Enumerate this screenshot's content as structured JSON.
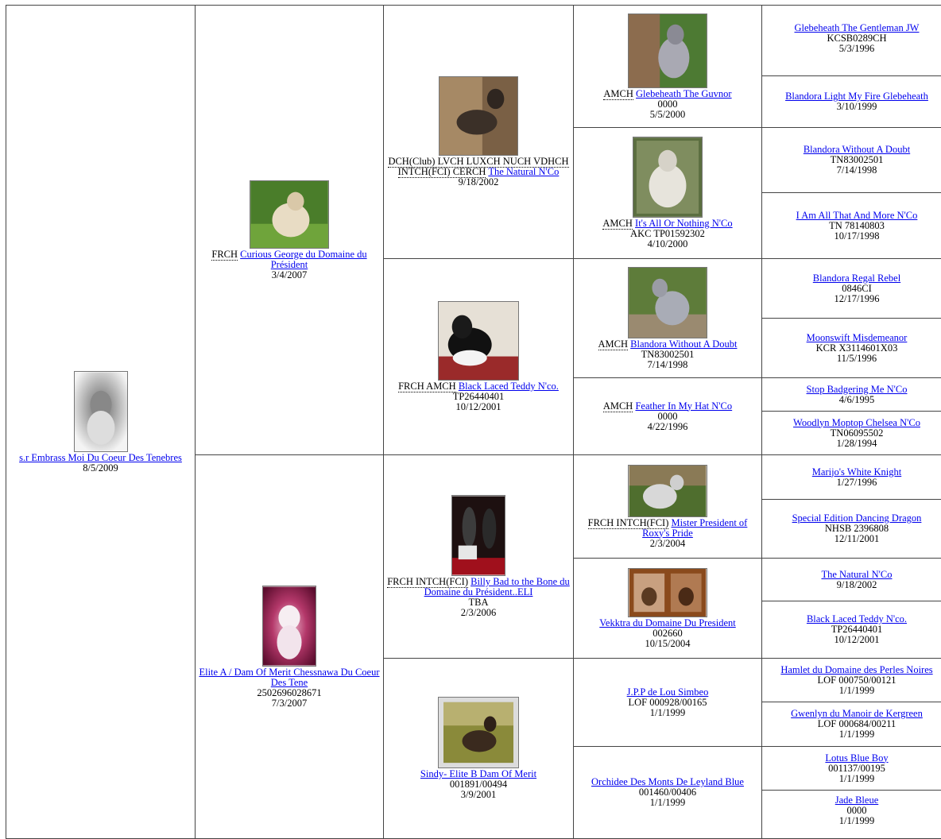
{
  "dogs": {
    "subject": {
      "name": "s.r Embrass Moi Du Coeur Des Tenebres",
      "date": "8/5/2009"
    },
    "sire": {
      "title": "FRCH",
      "name": "Curious George du Domaine du Président",
      "date": "3/4/2007"
    },
    "dam": {
      "name": "Elite A / Dam Of Merit Chessnawa Du Coeur Des Tene",
      "reg": "2502696028671",
      "date": "7/3/2007"
    },
    "ss": {
      "title": "DCH(Club) LVCH LUXCH NUCH VDHCH INTCH(FCI) CERCH",
      "name": "The Natural N'Co",
      "date": "9/18/2002"
    },
    "sd": {
      "title": "FRCH AMCH",
      "name": "Black Laced Teddy N'co.",
      "reg": "TP26440401",
      "date": "10/12/2001"
    },
    "ds": {
      "title": "FRCH INTCH(FCI)",
      "name": "Billy Bad to the Bone du Domaine du Président..ELI",
      "reg": "TBA",
      "date": "2/3/2006"
    },
    "dd": {
      "name": "Sindy- Elite B Dam Of Merit",
      "reg": "001891/00494",
      "date": "3/9/2001"
    },
    "sss": {
      "title": "AMCH",
      "name": "Glebeheath The Guvnor",
      "reg": "0000",
      "date": "5/5/2000"
    },
    "ssd": {
      "title": "AMCH",
      "name": "It's All Or Nothing N'Co",
      "reg": "AKC TP01592302",
      "date": "4/10/2000"
    },
    "sds": {
      "title": "AMCH",
      "name": "Blandora Without A Doubt",
      "reg": "TN83002501",
      "date": "7/14/1998"
    },
    "sdd": {
      "title": "AMCH",
      "name": "Feather In My Hat N'Co",
      "reg": "0000",
      "date": "4/22/1996"
    },
    "dss": {
      "title": "FRCH INTCH(FCI)",
      "name": "Mister President of Roxy's Pride",
      "date": "2/3/2004"
    },
    "dsd": {
      "name": "Vekktra du Domaine Du President",
      "reg": "002660",
      "date": "10/15/2004"
    },
    "dds": {
      "name": "J.P.P de Lou Simbeo",
      "reg": "LOF 000928/00165",
      "date": "1/1/1999"
    },
    "ddd": {
      "name": "Orchidee Des Monts De Leyland Blue",
      "reg": "001460/00406",
      "date": "1/1/1999"
    },
    "g1": {
      "name": "Glebeheath The Gentleman JW",
      "reg": "KCSB0289CH",
      "date": "5/3/1996"
    },
    "g2": {
      "name": "Blandora Light My Fire Glebeheath",
      "date": "3/10/1999"
    },
    "g3": {
      "name": "Blandora Without A Doubt",
      "reg": "TN83002501",
      "date": "7/14/1998"
    },
    "g4": {
      "name": "I Am All That And More N'Co",
      "reg": "TN 78140803",
      "date": "10/17/1998"
    },
    "g5": {
      "name": "Blandora Regal Rebel",
      "reg": "0846CI",
      "date": "12/17/1996"
    },
    "g6": {
      "name": "Moonswift Misdemeanor",
      "reg": "KCR X3114601X03",
      "date": "11/5/1996"
    },
    "g7": {
      "name": "Stop Badgering Me N'Co",
      "date": "4/6/1995"
    },
    "g8": {
      "name": "Woodlyn Moptop Chelsea N'Co",
      "reg": "TN06095502",
      "date": "1/28/1994"
    },
    "g9": {
      "name": "Marijo's White Knight",
      "date": "1/27/1996"
    },
    "g10": {
      "name": "Special Edition Dancing Dragon",
      "reg": "NHSB 2396808",
      "date": "12/11/2001"
    },
    "g11": {
      "name": "The Natural N'Co",
      "date": "9/18/2002"
    },
    "g12": {
      "name": "Black Laced Teddy N'co.",
      "reg": "TP26440401",
      "date": "10/12/2001"
    },
    "g13": {
      "name": "Hamlet du Domaine des Perles Noires",
      "reg": "LOF 000750/00121",
      "date": "1/1/1999"
    },
    "g14": {
      "name": "Gwenlyn du Manoir de Kergreen",
      "reg": "LOF 000684/00211",
      "date": "1/1/1999"
    },
    "g15": {
      "name": "Lotus Blue Boy",
      "reg": "001137/00195",
      "date": "1/1/1999"
    },
    "g16": {
      "name": "Jade Bleue",
      "reg": "0000",
      "date": "1/1/1999"
    }
  }
}
